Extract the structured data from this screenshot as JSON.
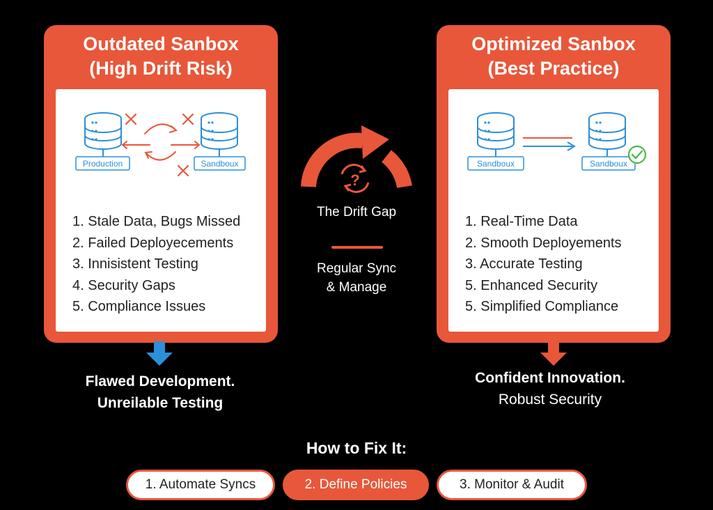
{
  "left_panel": {
    "title_line1": "Outdated Sanbox",
    "title_line2": "(High Drift Risk)",
    "source_label": "Production",
    "target_label": "Sandboux",
    "issues": [
      "1. Stale Data, Bugs Missed",
      "2. Failed Deployecements",
      "3. Innisistent Testing",
      "4. Security Gaps",
      "5. Compliance Issues"
    ],
    "outcome_line1": "Flawed Development.",
    "outcome_line2": "Unreilable Testing"
  },
  "center": {
    "drift_label": "The Drift Gap",
    "sync_line1": "Regular Sync",
    "sync_line2": "& Manage",
    "question_mark": "?"
  },
  "right_panel": {
    "title_line1": "Optimized Sanbox",
    "title_line2": "(Best Practice)",
    "source_label": "Sandboux",
    "target_label": "Sandboux",
    "benefits": [
      "1. Real-Time Data",
      "2. Smooth Deployements",
      "3. Accurate Testing",
      "5. Enhanced Security",
      "5. Simplified Compliance"
    ],
    "outcome_line1": "Confident Innovation.",
    "outcome_line2": "Robust Security"
  },
  "fix": {
    "title": "How to Fix It:",
    "steps": [
      "1. Automate Syncs",
      "2. Define Policies",
      "3. Monitor & Audit"
    ]
  },
  "colors": {
    "accent": "#e8573a",
    "blue": "#2d8fd8",
    "green": "#4cb84c",
    "background": "#000000"
  },
  "icons": [
    "database-icon",
    "cross-icon",
    "cycle-arrows-icon",
    "check-circle-icon",
    "question-cycle-icon",
    "arrow-down-icon"
  ]
}
